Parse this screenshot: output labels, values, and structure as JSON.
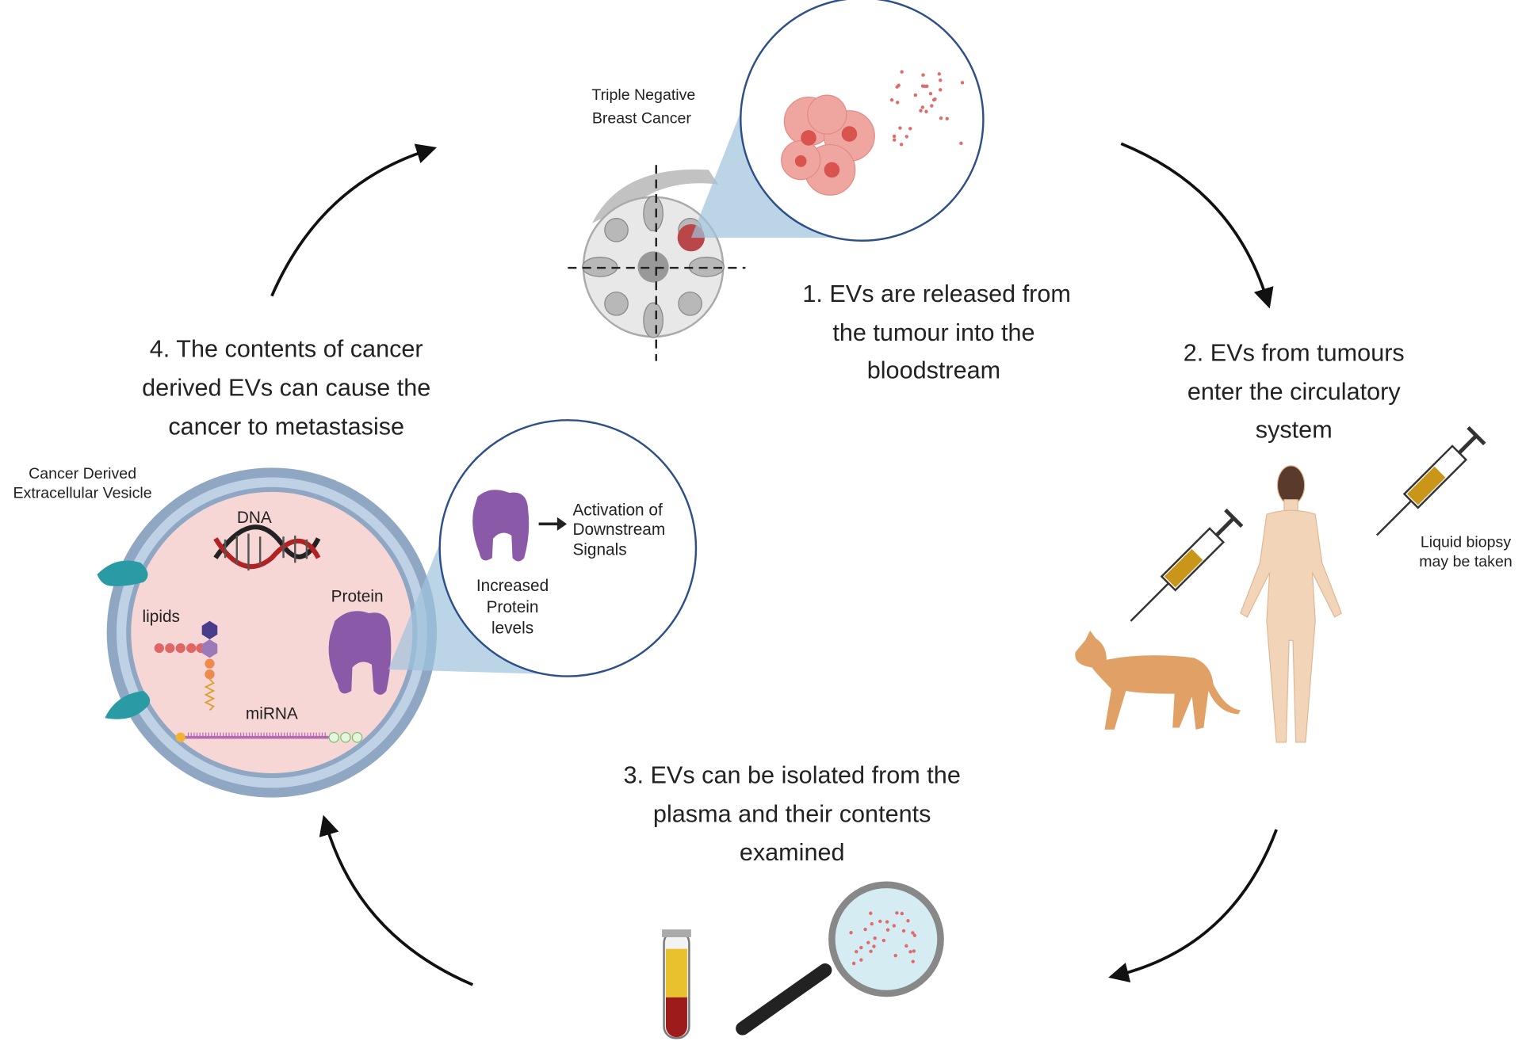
{
  "step1": {
    "lines": [
      "1. EVs are released from",
      "the tumour into the",
      "bloodstream"
    ]
  },
  "step2": {
    "lines": [
      "2. EVs from tumours",
      "enter the circulatory",
      "system"
    ]
  },
  "step3": {
    "lines": [
      "3. EVs can be isolated from the",
      "plasma and their contents",
      "examined"
    ]
  },
  "step4": {
    "lines": [
      "4. The contents of cancer",
      "derived EVs can cause the",
      "cancer to metastasise"
    ]
  },
  "tnbc_label": [
    "Triple Negative",
    "Breast Cancer"
  ],
  "vesicle_label": [
    "Cancer Derived",
    "Extracellular Vesicle"
  ],
  "vesicle_contents": {
    "dna": "DNA",
    "protein": "Protein",
    "lipids": "lipids",
    "mirna": "miRNA"
  },
  "zoom_inset": {
    "activation": [
      "Activation of",
      "Downstream",
      "Signals"
    ],
    "increased": [
      "Increased",
      "Protein",
      "levels"
    ]
  },
  "biopsy_label": [
    "Liquid biopsy",
    "may be taken"
  ],
  "colors": {
    "arrow": "#111111",
    "circle_outline": "#2f4f8a",
    "vesicle_membrane": "#9db3cc",
    "vesicle_interior": "#f7d6d6",
    "protein": "#8a5aa8",
    "tumour": "#e8918c"
  }
}
